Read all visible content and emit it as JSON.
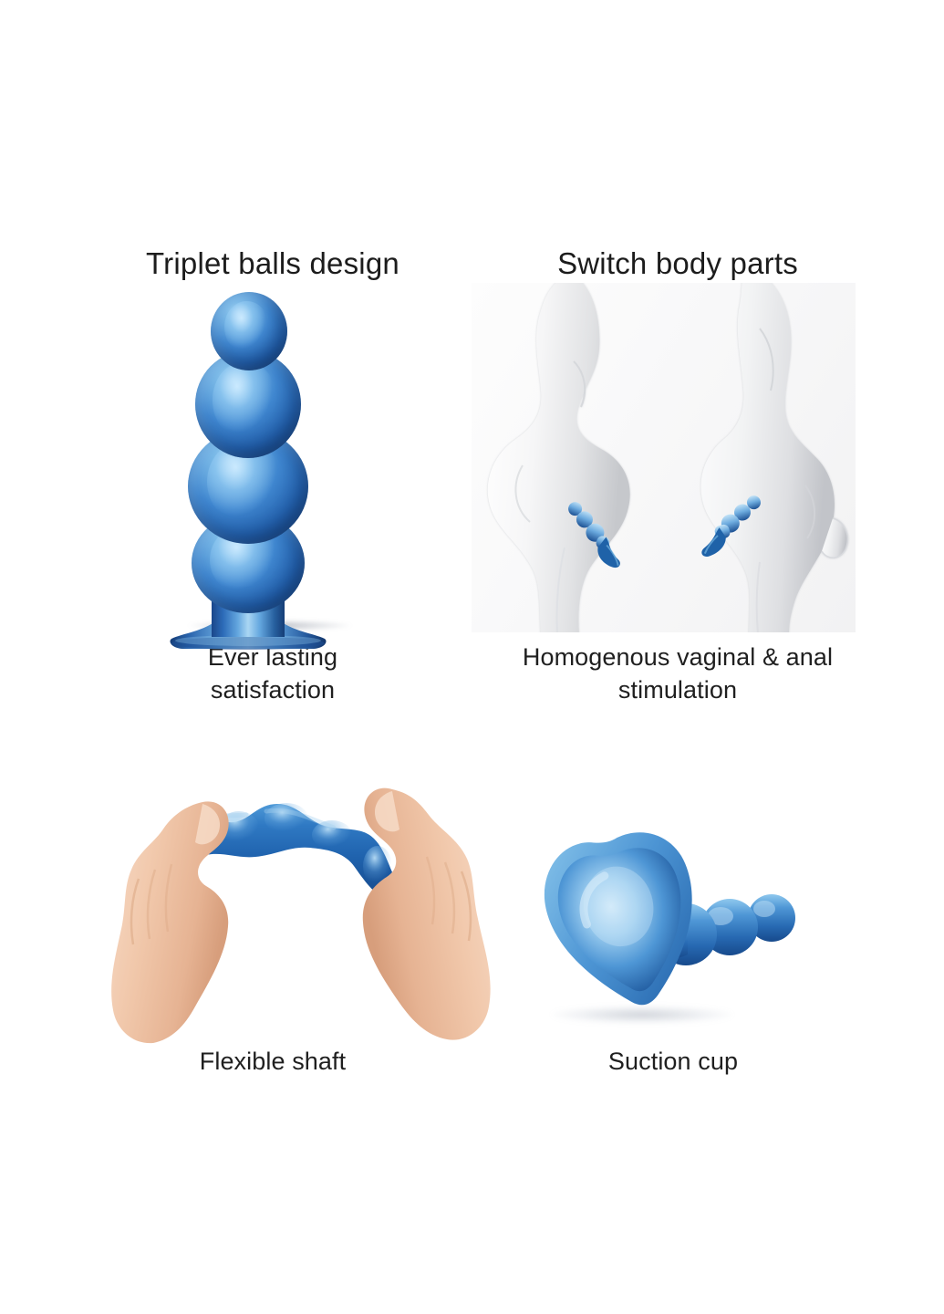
{
  "page": {
    "background": "#ffffff",
    "text_color": "#1c1c1c",
    "accent_blue": "#2a6cb8",
    "accent_blue_light": "#8ec9ee",
    "accent_blue_dark": "#133c75",
    "skin_tone": "#f0c4a6"
  },
  "features": {
    "top_left": {
      "heading": "Triplet balls design",
      "caption": "Ever lasting\nsatisfaction",
      "caption_line1": "Ever lasting",
      "caption_line2": "satisfaction",
      "image_alt": "blue-triple-ball-toy-standing-on-suction-base"
    },
    "top_right": {
      "heading": "Switch body parts",
      "caption": "Homogenous vaginal & anal\nstimulation",
      "caption_line1": "Homogenous vaginal & anal",
      "caption_line2": "stimulation",
      "image_alt": "two-grey-anatomical-figures-with-blue-toy"
    },
    "bottom_left": {
      "heading": "",
      "caption": "Flexible shaft",
      "image_alt": "two-hands-bending-blue-toy-into-arch"
    },
    "bottom_right": {
      "heading": "",
      "caption": "Suction cup",
      "image_alt": "blue-toy-angled-showing-heart-shaped-suction-cup"
    }
  },
  "icons": {
    "toy": "blue-ball-toy-icon",
    "figures": "anatomy-figures-icon",
    "hands": "hands-flex-icon",
    "cup": "suction-cup-icon"
  }
}
